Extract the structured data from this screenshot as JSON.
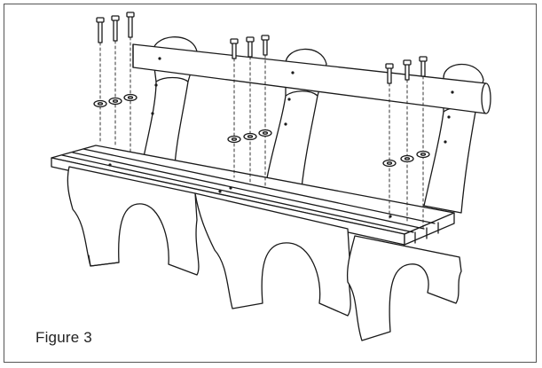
{
  "figure": {
    "caption": "Figure 3"
  },
  "colors": {
    "stroke": "#1a1a1a",
    "fill": "#ffffff",
    "border": "#555555"
  },
  "parts": {
    "bolt_count": 9,
    "washer_count": 9
  }
}
